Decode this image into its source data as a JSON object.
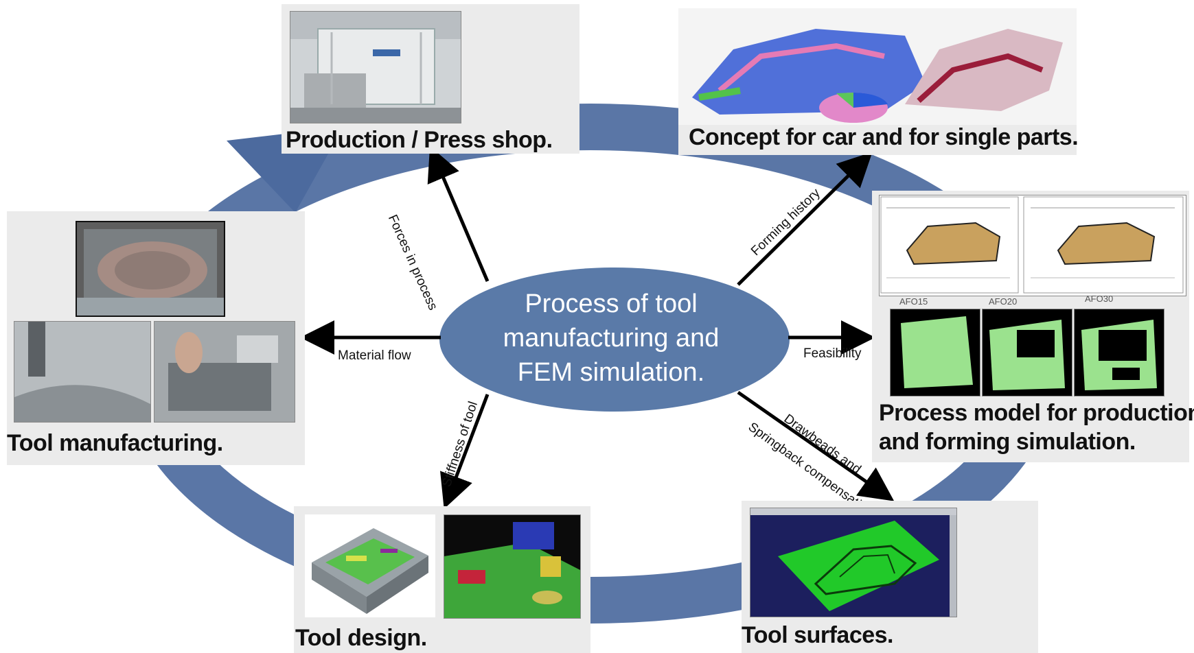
{
  "center": {
    "lines": [
      "Process of tool",
      "manufacturing and",
      "FEM simulation."
    ]
  },
  "stations": {
    "production": {
      "title": "Production / Press shop."
    },
    "concept": {
      "title": "Concept for car and for single parts."
    },
    "process_model": {
      "title_lines": [
        "Process model for production",
        "and forming simulation."
      ],
      "tags": [
        "AFO15",
        "AFO20",
        "AFO30"
      ]
    },
    "tool_surfaces": {
      "title": "Tool surfaces."
    },
    "tool_design": {
      "title": "Tool design."
    },
    "tool_manufacturing": {
      "title": "Tool manufacturing."
    }
  },
  "arrows": {
    "forces": "Forces in process",
    "forming_history": "Forming history",
    "material_flow": "Material flow",
    "feasibility": "Feasibility",
    "stiffness": "Stiffness of tool",
    "drawbeads": [
      "Drawbeads and",
      "Springback compensation"
    ]
  },
  "colors": {
    "cycle": "#4c6a9e",
    "center_ellipse": "#5a7aa8",
    "panel": "#ebebeb",
    "arrow": "#000000"
  }
}
